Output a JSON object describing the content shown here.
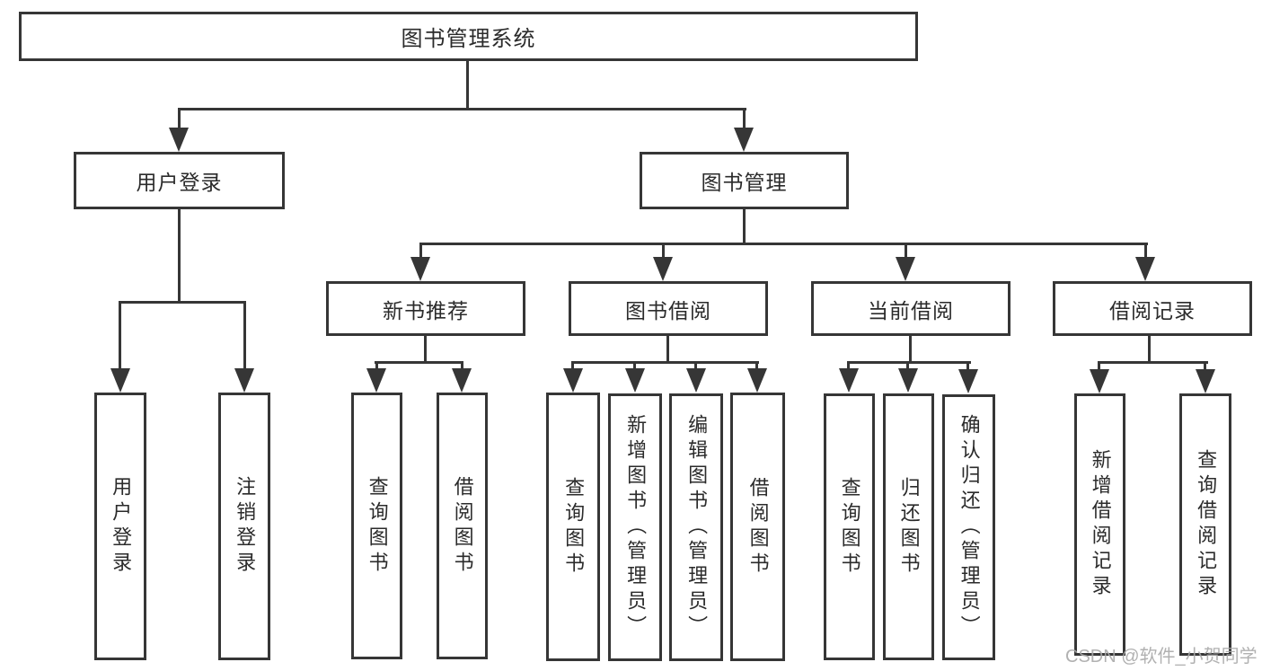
{
  "diagram_title": "图书管理系统",
  "nodes": {
    "root": "图书管理系统",
    "user_login": "用户登录",
    "book_mgmt": "图书管理",
    "login_children": [
      "用户登录",
      "注销登录"
    ],
    "sections": [
      "新书推荐",
      "图书借阅",
      "当前借阅",
      "借阅记录"
    ],
    "new_book_children": [
      "查询图书",
      "借阅图书"
    ],
    "borrow_children": [
      "查询图书",
      "新增图书（管理员）",
      "编辑图书（管理员）",
      "借阅图书"
    ],
    "current_children": [
      "查询图书",
      "归还图书",
      "确认归还（管理员）"
    ],
    "record_children": [
      "新增借阅记录",
      "查询借阅记录"
    ]
  },
  "watermark": "CSDN @软件_小贺同学",
  "colors": {
    "line": "#363636",
    "text": "#2b2b2b",
    "watermark": "#a8a8a8",
    "background": "#ffffff"
  }
}
